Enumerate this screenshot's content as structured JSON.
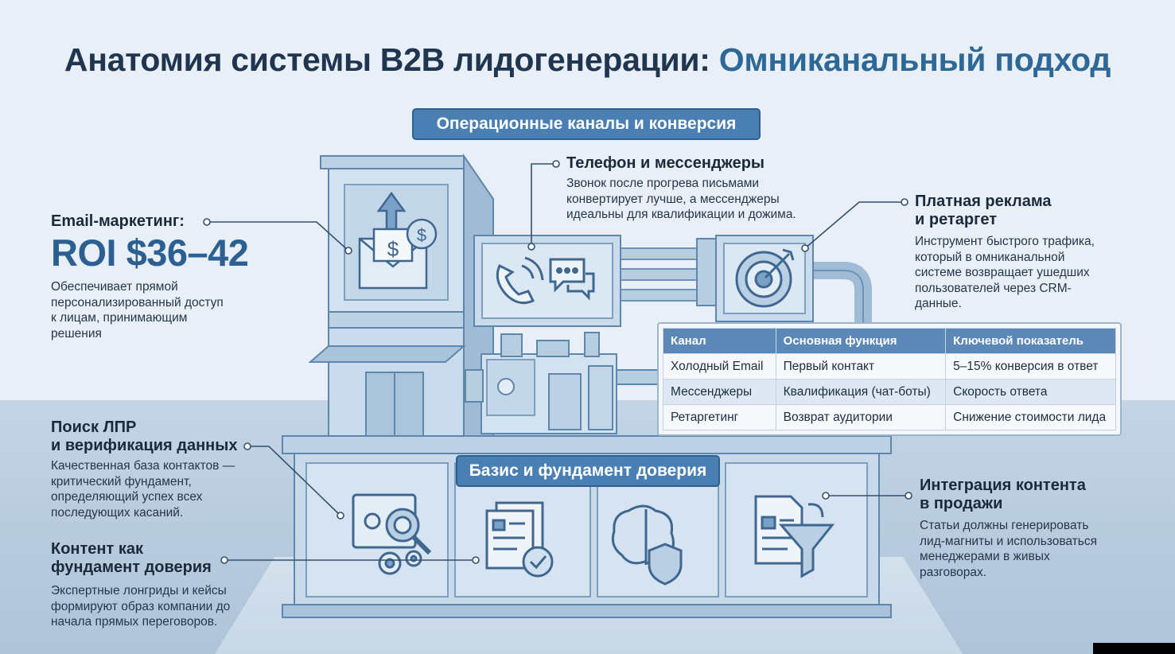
{
  "title": {
    "main": "Анатомия системы B2B лидогенерации:",
    "accent": "Омниканальный подход"
  },
  "sections": {
    "top": "Операционные каналы и конверсия",
    "bottom": "Базис и фундамент доверия"
  },
  "email": {
    "heading": "Email-маркетинг:",
    "roi": "ROI $36–42",
    "lines": [
      "Обеспечивает прямой",
      "персонализированный доступ",
      "к лицам, принимающим",
      "решения"
    ]
  },
  "phone": {
    "heading": "Телефон и мессенджеры",
    "lines": [
      "Звонок после прогрева письмами",
      "конвертирует лучше, а мессенджеры",
      "идеальны для квалификации и дожима."
    ]
  },
  "ads": {
    "heading_lines": [
      "Платная реклама",
      "и ретаргет"
    ],
    "lines": [
      "Инструмент быстрого трафика,",
      "который в омниканальной",
      "системе возвращает ушедших",
      "пользователей через CRM-",
      "данные."
    ]
  },
  "lpr": {
    "heading_lines": [
      "Поиск ЛПР",
      "и верификация данных"
    ],
    "lines": [
      "Качественная база контактов —",
      "критический фундамент,",
      "определяющий успех всех",
      "последующих касаний."
    ]
  },
  "content": {
    "heading_lines": [
      "Контент как",
      "фундамент доверия"
    ],
    "lines": [
      "Экспертные лонгриды и кейсы",
      "формируют образ компании до",
      "начала прямых переговоров."
    ]
  },
  "integration": {
    "heading_lines": [
      "Интеграция контента",
      "в продажи"
    ],
    "lines": [
      "Статьи должны генерировать",
      "лид-магниты и использоваться",
      "менеджерами в живых",
      "разговорах."
    ]
  },
  "table": {
    "headers": [
      "Канал",
      "Основная функция",
      "Ключевой показатель"
    ],
    "rows": [
      [
        "Холодный Email",
        "Первый контакт",
        "5–15% конверсия в ответ"
      ],
      [
        "Мессенджеры",
        "Квалификация (чат-боты)",
        "Скорость ответа"
      ],
      [
        "Ретаргетинг",
        "Возврат аудитории",
        "Снижение стоимости лида"
      ]
    ]
  },
  "colors": {
    "title": "#1f3550",
    "accent": "#2e6896",
    "pill": "#4a7fb3",
    "roi": "#2c5f92"
  },
  "icons": [
    "envelope-dollar-icon",
    "phone-icon",
    "chat-icon",
    "target-icon",
    "safe-search-icon",
    "gears-icon",
    "documents-check-icon",
    "brain-shield-icon",
    "document-funnel-icon"
  ]
}
